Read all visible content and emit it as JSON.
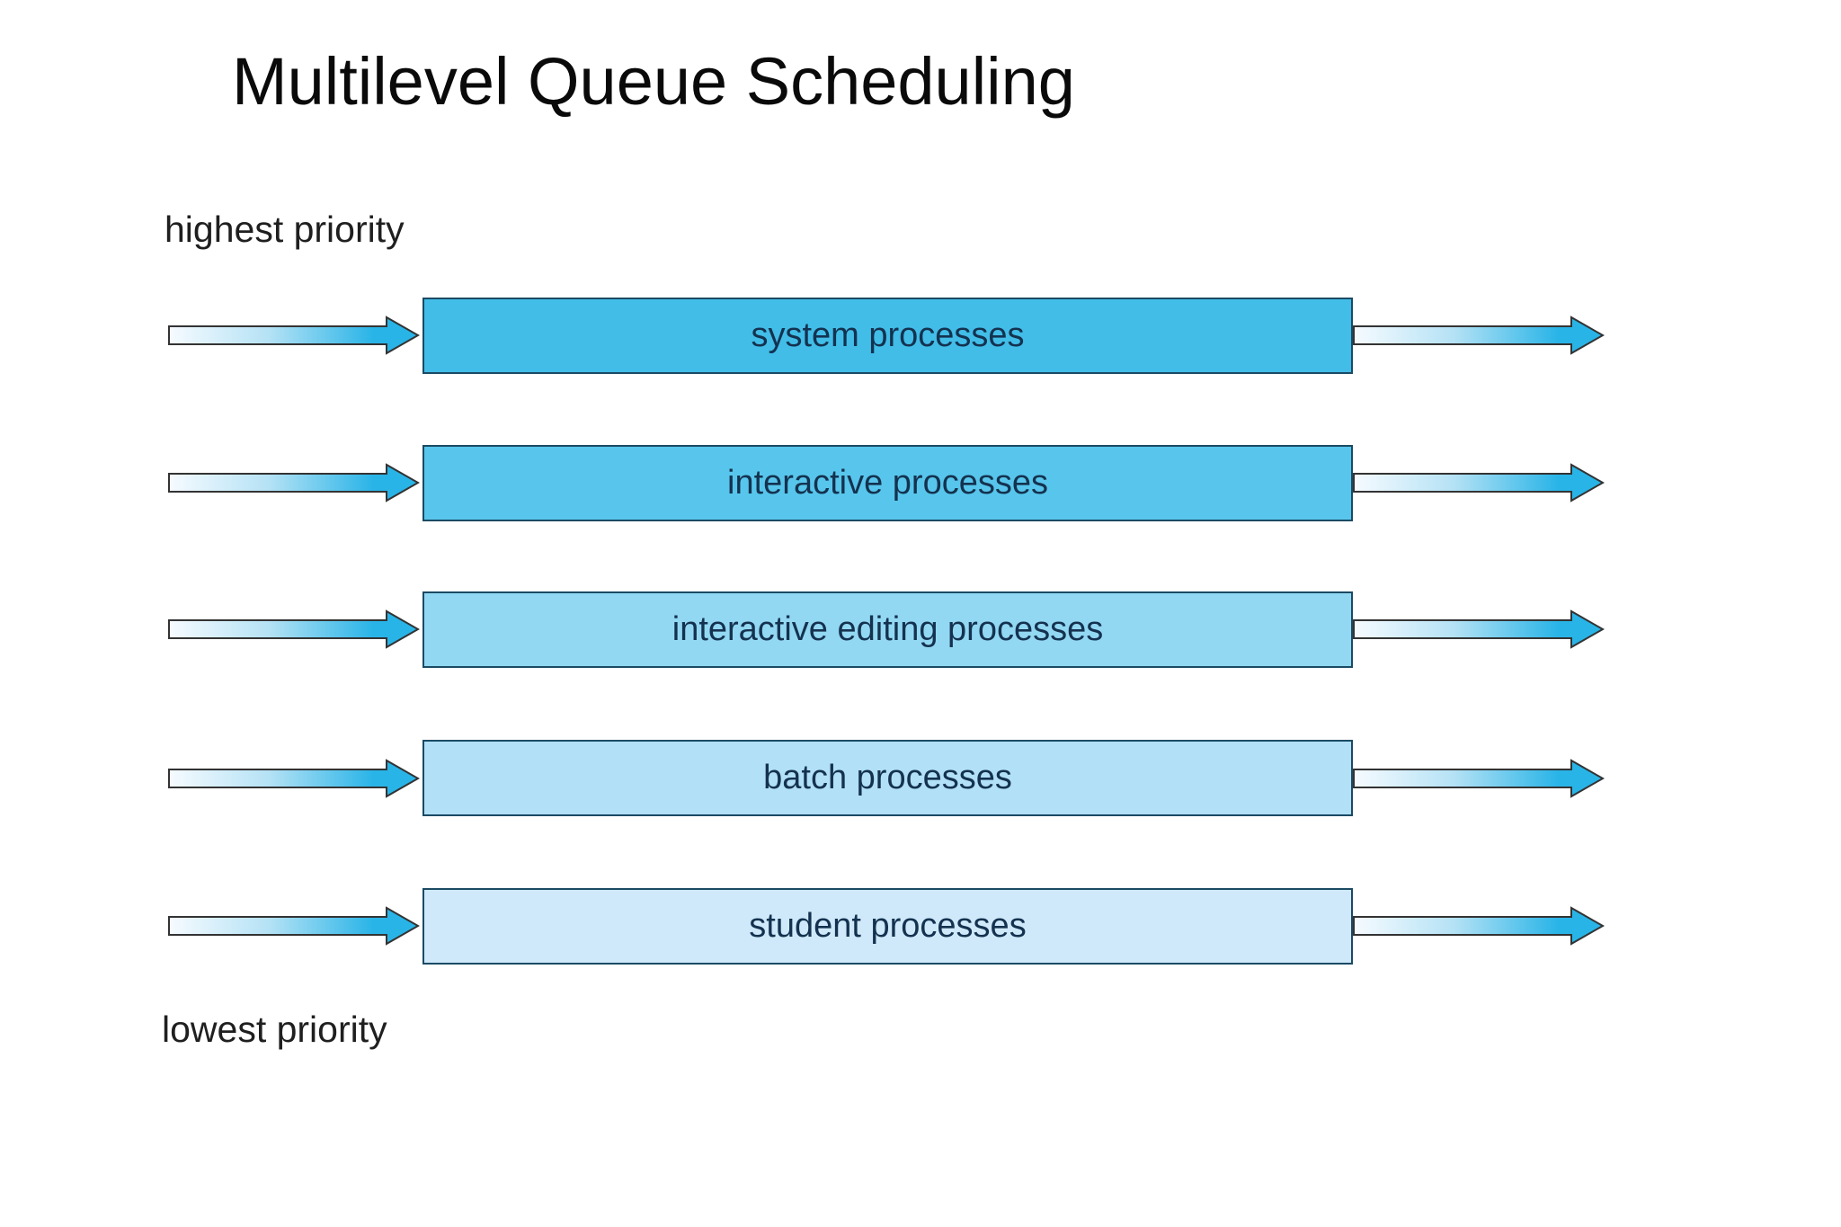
{
  "slide": {
    "title": "Multilevel Queue Scheduling",
    "top_label": "highest priority",
    "bottom_label": "lowest priority"
  },
  "diagram": {
    "type": "multilevel-queue-scheduling",
    "queues": [
      {
        "priority": 1,
        "label": "system processes",
        "fill": "#41bde8"
      },
      {
        "priority": 2,
        "label": "interactive processes",
        "fill": "#58c6ec"
      },
      {
        "priority": 3,
        "label": "interactive editing processes",
        "fill": "#93d8f3"
      },
      {
        "priority": 4,
        "label": "batch processes",
        "fill": "#b1e0f7"
      },
      {
        "priority": 5,
        "label": "student processes",
        "fill": "#cfe9fa"
      }
    ],
    "colors": {
      "box_border": "#1b4a63",
      "box_text": "#14324f",
      "arrow_outline": "#333333",
      "arrow_gradient_start": "#f6fbff",
      "arrow_gradient_mid": "#b5e2f5",
      "arrow_gradient_end": "#29b4e7"
    }
  }
}
